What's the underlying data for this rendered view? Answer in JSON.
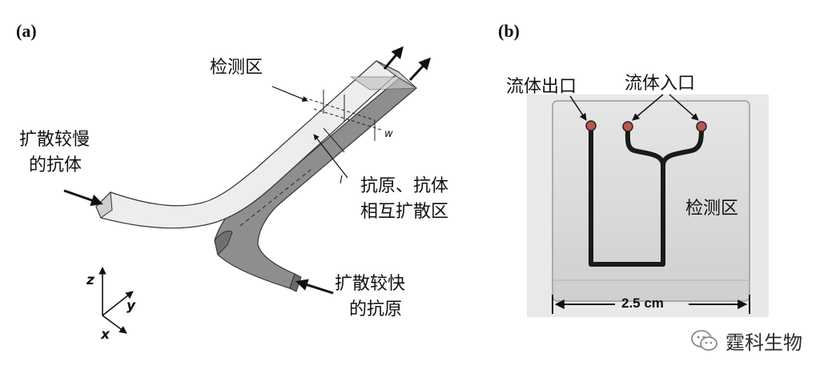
{
  "panel_a": {
    "label": "(a)",
    "detection_zone": "检测区",
    "slow_antibody_line1": "扩散较慢",
    "slow_antibody_line2": "的抗体",
    "interdiffusion_line1": "抗原、抗体",
    "interdiffusion_line2": "相互扩散区",
    "fast_antigen_line1": "扩散较快",
    "fast_antigen_line2": "的抗原",
    "dim_w": "w",
    "dim_l": "l",
    "axis_z": "z",
    "axis_y": "y",
    "axis_x": "x"
  },
  "panel_b": {
    "label": "(b)",
    "fluid_outlet": "流体出口",
    "fluid_inlet": "流体入口",
    "detection_zone": "检测区",
    "scale_label": "2.5 cm"
  },
  "watermark": {
    "text": "霆科生物",
    "icon": "wechat-icon"
  },
  "colors": {
    "dark_channel": "#8e8e8e",
    "light_channel": "#ededed",
    "chip": "#dcdcdc"
  }
}
